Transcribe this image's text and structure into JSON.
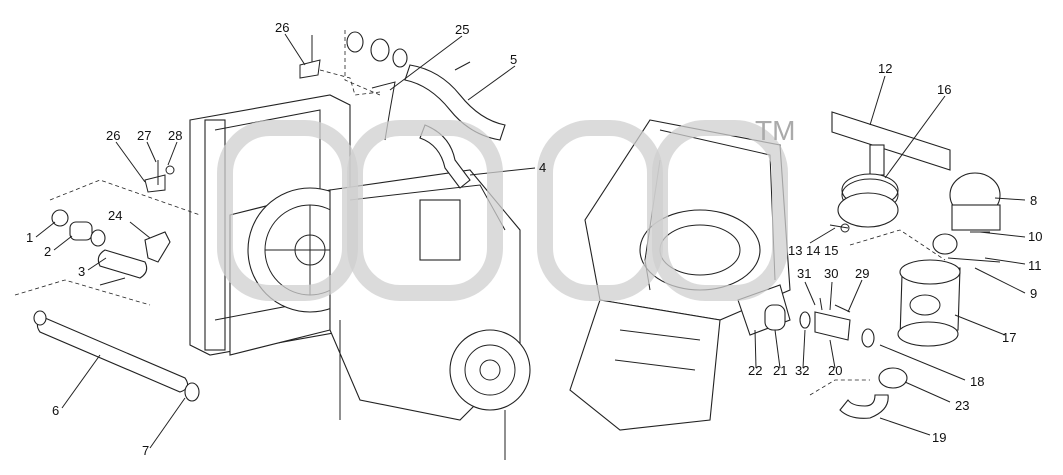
{
  "diagram": {
    "watermark": {
      "trademark": "TM"
    },
    "labels": {
      "l1": "1",
      "l2": "2",
      "l3": "3",
      "l4": "4",
      "l5": "5",
      "l6": "6",
      "l7": "7",
      "l8": "8",
      "l9": "9",
      "l10": "10",
      "l11": "11",
      "l12": "12",
      "l13": "13",
      "l14": "14",
      "l15": "15",
      "l16": "16",
      "l17": "17",
      "l18": "18",
      "l19": "19",
      "l20": "20",
      "l21": "21",
      "l22": "22",
      "l23": "23",
      "l24": "24",
      "l25": "25",
      "l26a": "26",
      "l26b": "26",
      "l27": "27",
      "l28": "28",
      "l29": "29",
      "l30": "30",
      "l31": "31",
      "l32": "32"
    }
  }
}
